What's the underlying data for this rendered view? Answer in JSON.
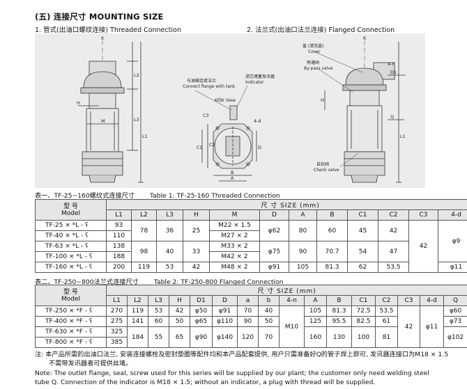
{
  "title": "(五) 连接尺寸 MOUNTING SIZE",
  "subtitles": {
    "threaded": "1. 管式(出油口螺纹连接) Threaded Connection",
    "flanged": "2. 法兰式(出油口法兰连接)  Flanged Connection"
  },
  "drawing_labels": {
    "k": "K",
    "l2": "L2",
    "l3": "L3",
    "l1": "L1",
    "h": "H",
    "m": "M",
    "a": "A",
    "b": "B",
    "c1": "C1",
    "c2": "C2",
    "c3": "C3",
    "four_d": "4-d",
    "four_n": "4-n",
    "d1": "D1",
    "d": "D",
    "q": "Q",
    "k_view": "K向K View",
    "flange_cn": "与油箱连接法兰",
    "flange_en": "Connect flange with tank",
    "indicator_cn": "滤芯堵塞发讯器",
    "indicator_en": "Indicator",
    "cover_cn": "盖 (清洗盖)",
    "cover_en": "Cover",
    "bypass_cn": "旁通阀",
    "bypass_en": "By-pass valve",
    "check_cn": "自封阀",
    "check_en": "Check valve"
  },
  "table1": {
    "caption_cn": "表一、TF-25~160螺纹式连接尺寸",
    "caption_en": "Table  1: TF-25-160 Threaded Connection",
    "model_cn": "型    号",
    "model_en": "Model",
    "size_label": "尺            寸      SIZE  (mm)",
    "columns": [
      "L1",
      "L2",
      "L3",
      "H",
      "M",
      "D",
      "A",
      "B",
      "C1",
      "C2",
      "C3",
      "4-d"
    ],
    "models": [
      "TF-25 × *L - ʕ",
      "TF-40 × *L - ʕ",
      "TF-63 × *L - ʕ",
      "TF-100 × *L - ʕ",
      "TF-160 × *L - ʕ"
    ],
    "l1": [
      "93",
      "110",
      "138",
      "188",
      "200"
    ],
    "l2": [
      "78",
      "98",
      "119"
    ],
    "l3": [
      "36",
      "40",
      "53"
    ],
    "h": [
      "25",
      "33",
      "42"
    ],
    "m": [
      "M22 × 1.5",
      "M27 × 2",
      "M33 × 2",
      "M42 × 2",
      "M48 × 2"
    ],
    "d": [
      "φ62",
      "φ75",
      "φ91"
    ],
    "a": [
      "80",
      "90",
      "105"
    ],
    "b": [
      "60",
      "70.7",
      "81.3"
    ],
    "c1": [
      "45",
      "54",
      "62"
    ],
    "c2": [
      "42",
      "47",
      "53.5"
    ],
    "c3": "42",
    "four_d": [
      "φ9",
      "φ11"
    ]
  },
  "table2": {
    "caption_cn": "表二、TF-250~800法兰式连接尺寸",
    "caption_en": "Table  2: TF-250-800 Flanged Connection",
    "model_cn": "型    号",
    "model_en": "Model",
    "size_label": "尺            寸      SIZE  (mm)",
    "columns": [
      "L1",
      "L2",
      "L3",
      "H",
      "D1",
      "D",
      "a",
      "b",
      "4-n",
      "A",
      "B",
      "C1",
      "C2",
      "C3",
      "4-d",
      "Q"
    ],
    "models": [
      "TF-250 × *F - ʕ",
      "TF-400 × *F - ʕ",
      "TF-630 × *F - ʕ",
      "TF-800 × *F - ʕ"
    ],
    "l1": [
      "270",
      "275",
      "325",
      "385"
    ],
    "l2": [
      "119",
      "141",
      "184"
    ],
    "l3": [
      "53",
      "60",
      "55"
    ],
    "h": [
      "42",
      "50",
      "65"
    ],
    "d1": [
      "φ50",
      "φ65",
      "φ90"
    ],
    "d": [
      "φ91",
      "φ110",
      "φ140"
    ],
    "a_small": [
      "70",
      "90",
      "120"
    ],
    "b_small": [
      "40",
      "50",
      "70"
    ],
    "four_n": "M10",
    "a": [
      "105",
      "125",
      "160"
    ],
    "b": [
      "81.3",
      "95.5",
      "130"
    ],
    "c1": [
      "72.5",
      "82.5",
      "100"
    ],
    "c2": [
      "53.5",
      "61",
      "81"
    ],
    "c3": "42",
    "four_d": "φ11",
    "q": [
      "φ60",
      "φ73",
      "φ102"
    ]
  },
  "notes": {
    "cn_line1": "注: 本产品所需的出油口法兰, 安装连接螺栓及密封垫圈等配件均和本产品配套提供, 用户只需准备好Q的管子焊上即可, 发讯器连接口为M18 × 1.5",
    "cn_line2": "不需带发讯器者可提供丝堵。",
    "en_line1": "Note: The outlet flange, seal, screw used for this series will be supplied by our plant; the customer only need welding steel",
    "en_line2": "tube Q. Connection of the indicator is M18 × 1.5; without an indicator, a plug with thread will be supplied."
  },
  "colors": {
    "drawing_bg": "#ececec",
    "line": "#333333",
    "header_bg": "#e6e6e6"
  }
}
